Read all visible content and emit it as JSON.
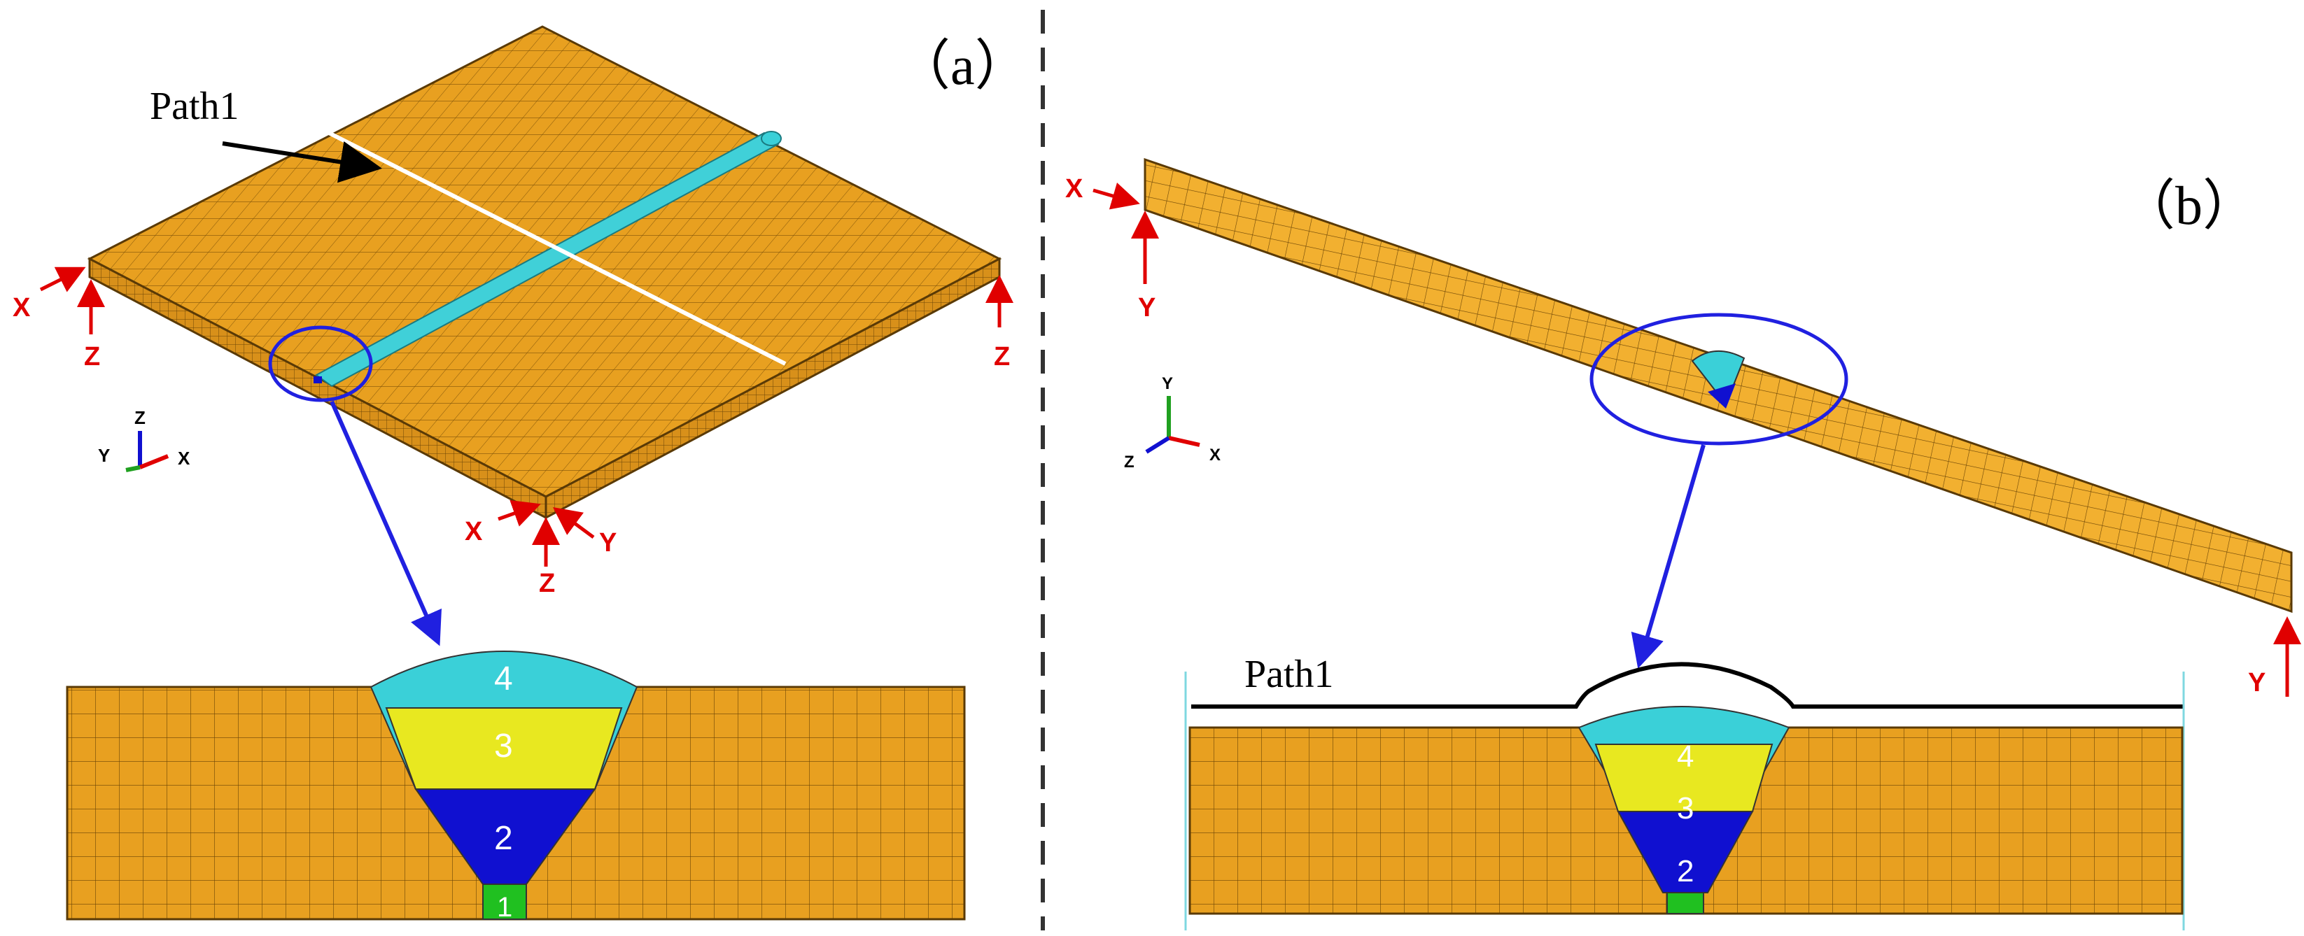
{
  "panel_a": {
    "label": "（a）",
    "path_label": "Path1",
    "bc_labels": {
      "x_left": "X",
      "z_left": "Z",
      "z_right": "Z",
      "x_front": "X",
      "y_front": "Y",
      "z_front": "Z"
    },
    "triad": {
      "z": "Z",
      "y": "Y",
      "x": "X"
    },
    "passes": [
      "4",
      "3",
      "2",
      "1"
    ]
  },
  "panel_b": {
    "label": "（b）",
    "path_label": "Path1",
    "bc_labels": {
      "x_left": "X",
      "y_left": "Y",
      "y_right": "Y"
    },
    "triad": {
      "y": "Y",
      "z": "Z",
      "x": "X"
    },
    "passes": [
      "4",
      "3",
      "2"
    ]
  },
  "colors": {
    "base_metal": "#e8a020",
    "bead_top": "#40d0d8",
    "pass4": "#3ad0d8",
    "pass3": "#e8e820",
    "pass2": "#1010d0",
    "pass1": "#20c020",
    "annotation": "#2020e0",
    "boundary": "#e00000",
    "divider": "#333333"
  }
}
